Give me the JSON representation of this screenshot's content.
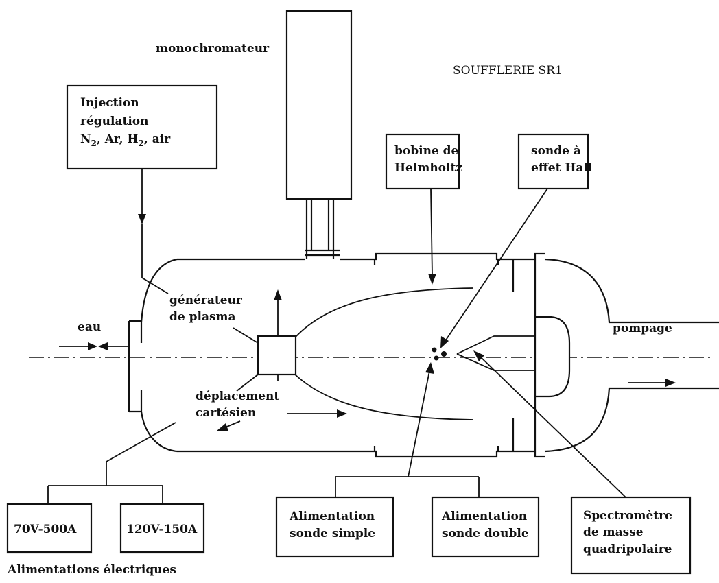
{
  "labels": {
    "monochromator": "monochromateur",
    "facility": "SOUFFLERIE SR1",
    "injection_line1": "Injection",
    "injection_line2": "régulation",
    "injection_n": "N",
    "injection_n_sub": "2",
    "injection_mid": ", Ar, H",
    "injection_h_sub": "2",
    "injection_end": ", air",
    "coil_line1": "bobine de",
    "coil_line2": "Helmholtz",
    "hall_line1": "sonde  à",
    "hall_line2": "effet Hall",
    "generator_line1": "générateur",
    "generator_line2": "de plasma",
    "water": "eau",
    "pumping": "pompage",
    "displacement_line1": "déplacement",
    "displacement_line2": "cartésien",
    "psu1": "70V-500A",
    "psu2": "120V-150A",
    "psu_caption": "Alimentations électriques",
    "single_probe_line1": "Alimentation",
    "single_probe_line2": "sonde simple",
    "double_probe_line1": "Alimentation",
    "double_probe_line2": "sonde double",
    "mass_spec_line1": "Spectromètre",
    "mass_spec_line2": "de masse",
    "mass_spec_line3": "quadripolaire"
  }
}
